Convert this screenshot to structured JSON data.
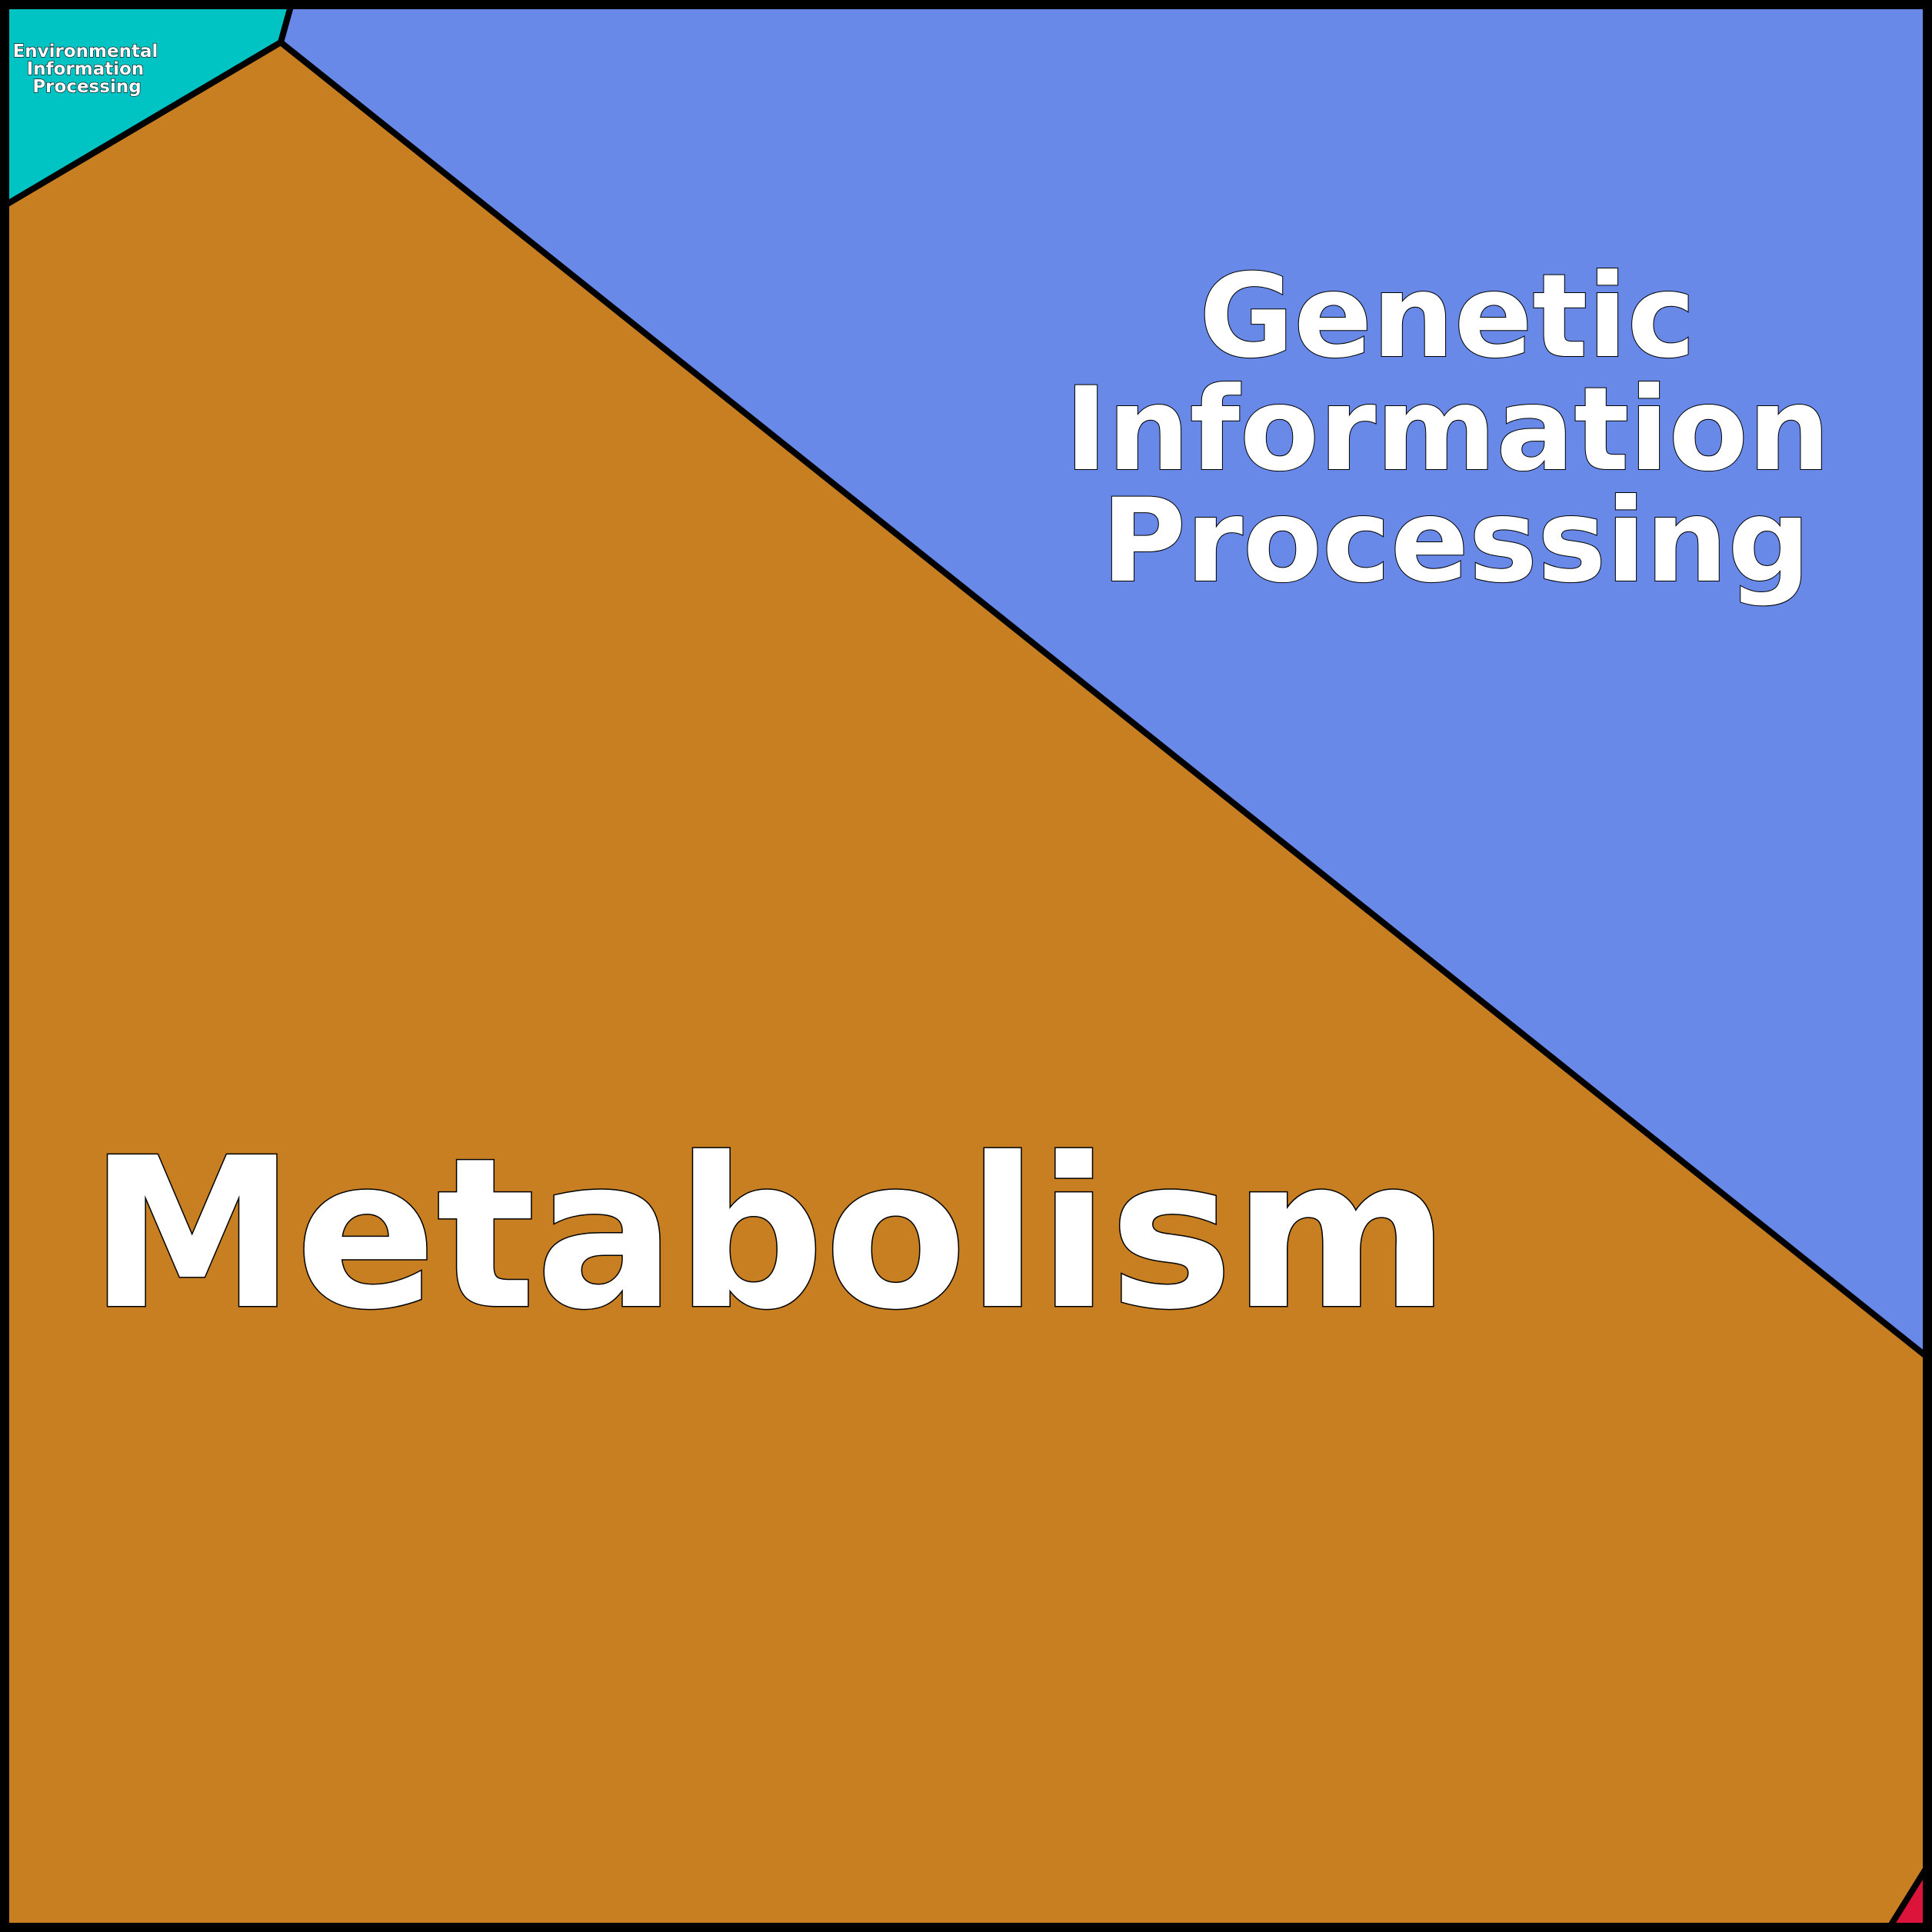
{
  "diagram": {
    "type": "voronoi-treemap",
    "border_color": "#000000",
    "cells": [
      {
        "id": "metabolism",
        "label_lines": [
          "Metabolism"
        ],
        "color": "#C87F22"
      },
      {
        "id": "genetic-information-processing",
        "label_lines": [
          "Genetic",
          "Information",
          "Processing"
        ],
        "color": "#6889E8"
      },
      {
        "id": "environmental-information-processing",
        "label_lines": [
          "Environmental",
          "Information",
          "Processing"
        ],
        "color": "#00C4C4"
      },
      {
        "id": "small-corner-category",
        "label_lines": [],
        "color": "#DC143C"
      }
    ]
  }
}
